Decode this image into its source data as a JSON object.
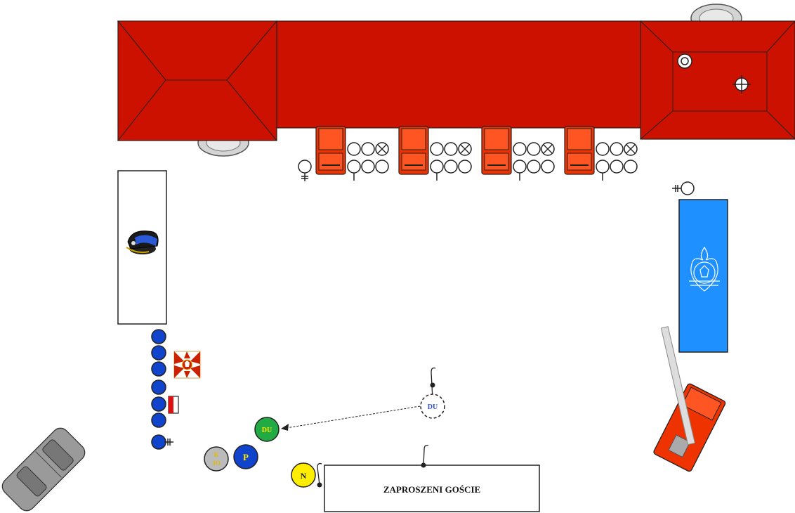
{
  "labels": {
    "guests": "ZAPROSZENI GOŚCIE",
    "du_target": "DU",
    "du_origin": "DU",
    "p": "P",
    "n": "N",
    "kjo_k": "K",
    "kjo_jo": "JO"
  },
  "colors": {
    "building": "#cc1100",
    "truck": "#ee3300",
    "podium": "#1e90ff",
    "blue_unit": "#1144cc",
    "green_unit": "#22aa44",
    "yellow_unit": "#ffee00",
    "gray_unit": "#bbbbbb"
  },
  "icons": {
    "cap": "fire-brigade-cap-icon",
    "flag": "banner-flag-icon",
    "emblem": "fire-service-emblem-icon",
    "hydrant": "hydrant-icon",
    "ladder_truck": "ladder-truck-icon",
    "car": "car-icon"
  }
}
